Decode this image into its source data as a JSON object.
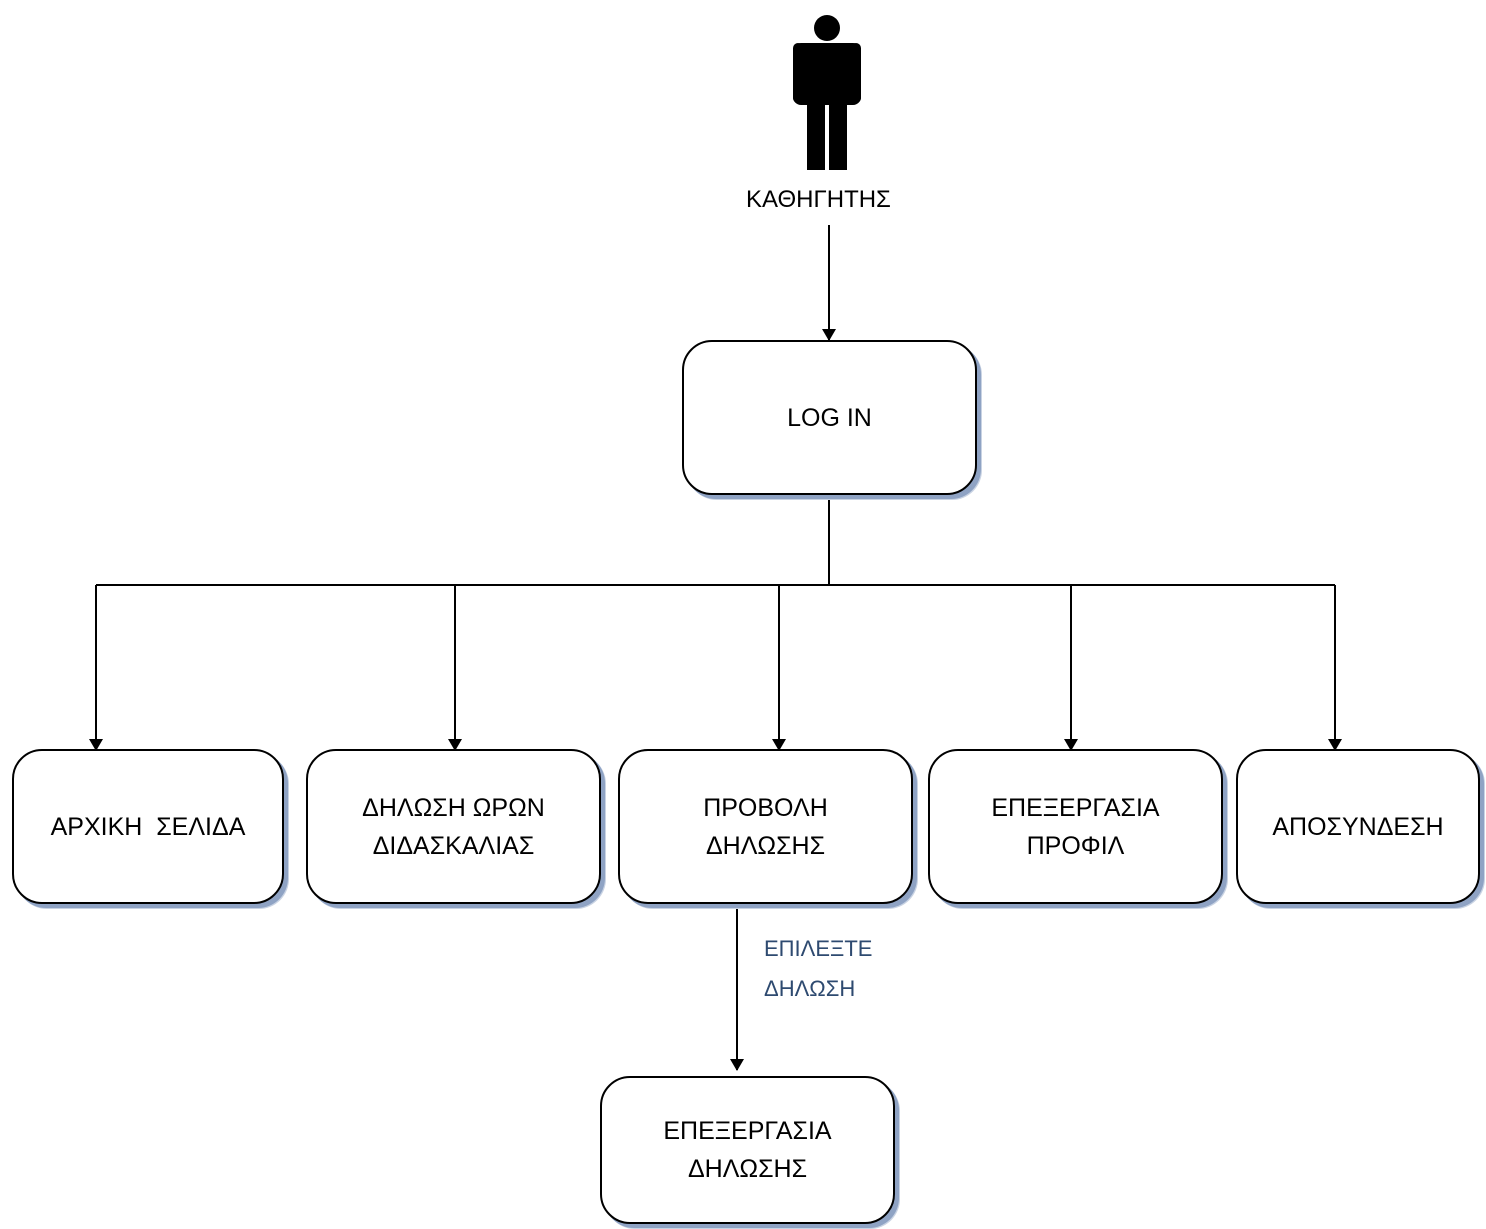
{
  "actor": {
    "label": "ΚΑΘΗΓΗΤΗΣ",
    "icon": "person-icon"
  },
  "nodes": {
    "login": {
      "lines": [
        "LOG IN"
      ]
    },
    "home": {
      "lines": [
        "ΑΡΧΙΚΗ  ΣΕΛΙΔΑ"
      ]
    },
    "declare_hours": {
      "lines": [
        "ΔΗΛΩΣΗ ΩΡΩΝ",
        "ΔΙΔΑΣΚΑΛΙΑΣ"
      ]
    },
    "view_declaration": {
      "lines": [
        "ΠΡΟΒΟΛΗ",
        "ΔΗΛΩΣΗΣ"
      ]
    },
    "edit_profile": {
      "lines": [
        "ΕΠΕΞΕΡΓΑΣΙΑ",
        "ΠΡΟΦΙΛ"
      ]
    },
    "logout": {
      "lines": [
        "ΑΠΟΣΥΝΔΕΣΗ"
      ]
    },
    "edit_declaration": {
      "lines": [
        "ΕΠΕΞΕΡΓΑΣΙΑ",
        "ΔΗΛΩΣΗΣ"
      ]
    }
  },
  "edge_labels": {
    "select_declaration": [
      "ΕΠΙΛΕΞΤΕ",
      "ΔΗΛΩΣΗ"
    ]
  },
  "colors": {
    "stroke": "#000000",
    "shadow": "#8fa3c4",
    "annotation": "#2e4a70"
  }
}
